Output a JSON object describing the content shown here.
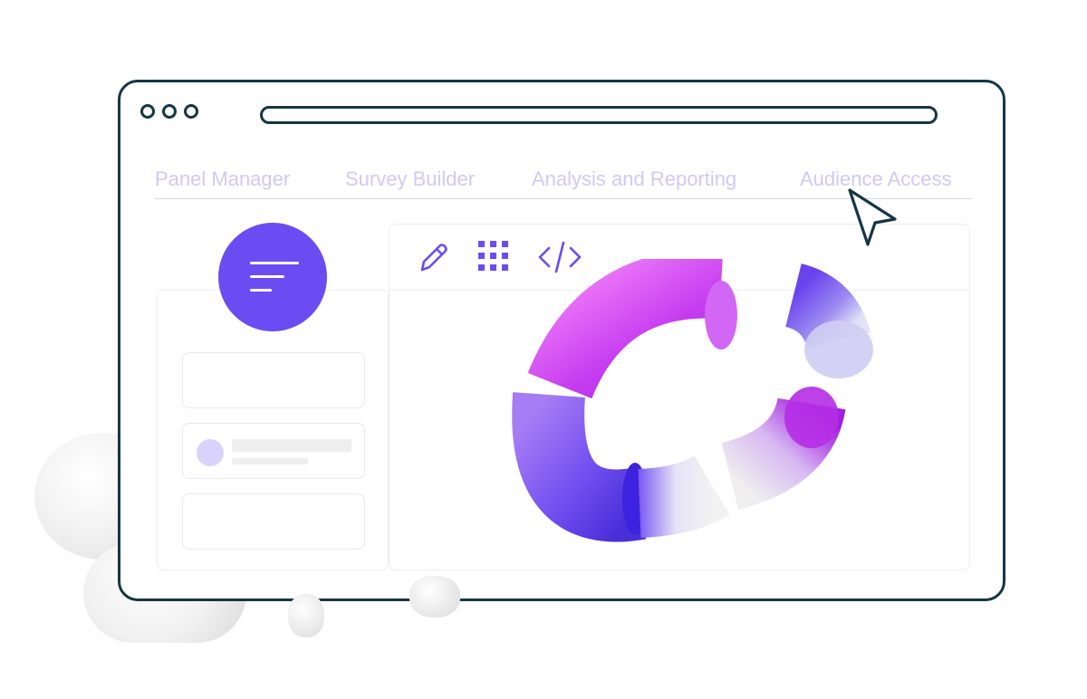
{
  "nav": {
    "tabs": [
      {
        "label": "Panel Manager"
      },
      {
        "label": "Survey Builder"
      },
      {
        "label": "Analysis and Reporting"
      },
      {
        "label": "Audience Access"
      }
    ]
  },
  "toolbar": {
    "tools": [
      {
        "icon": "pencil-icon"
      },
      {
        "icon": "grid-icon"
      },
      {
        "icon": "code-icon"
      }
    ]
  },
  "colors": {
    "frame": "#163645",
    "accent": "#6b4cf2",
    "tab_text": "#cfc9f7",
    "magenta": "#c53cf0"
  }
}
